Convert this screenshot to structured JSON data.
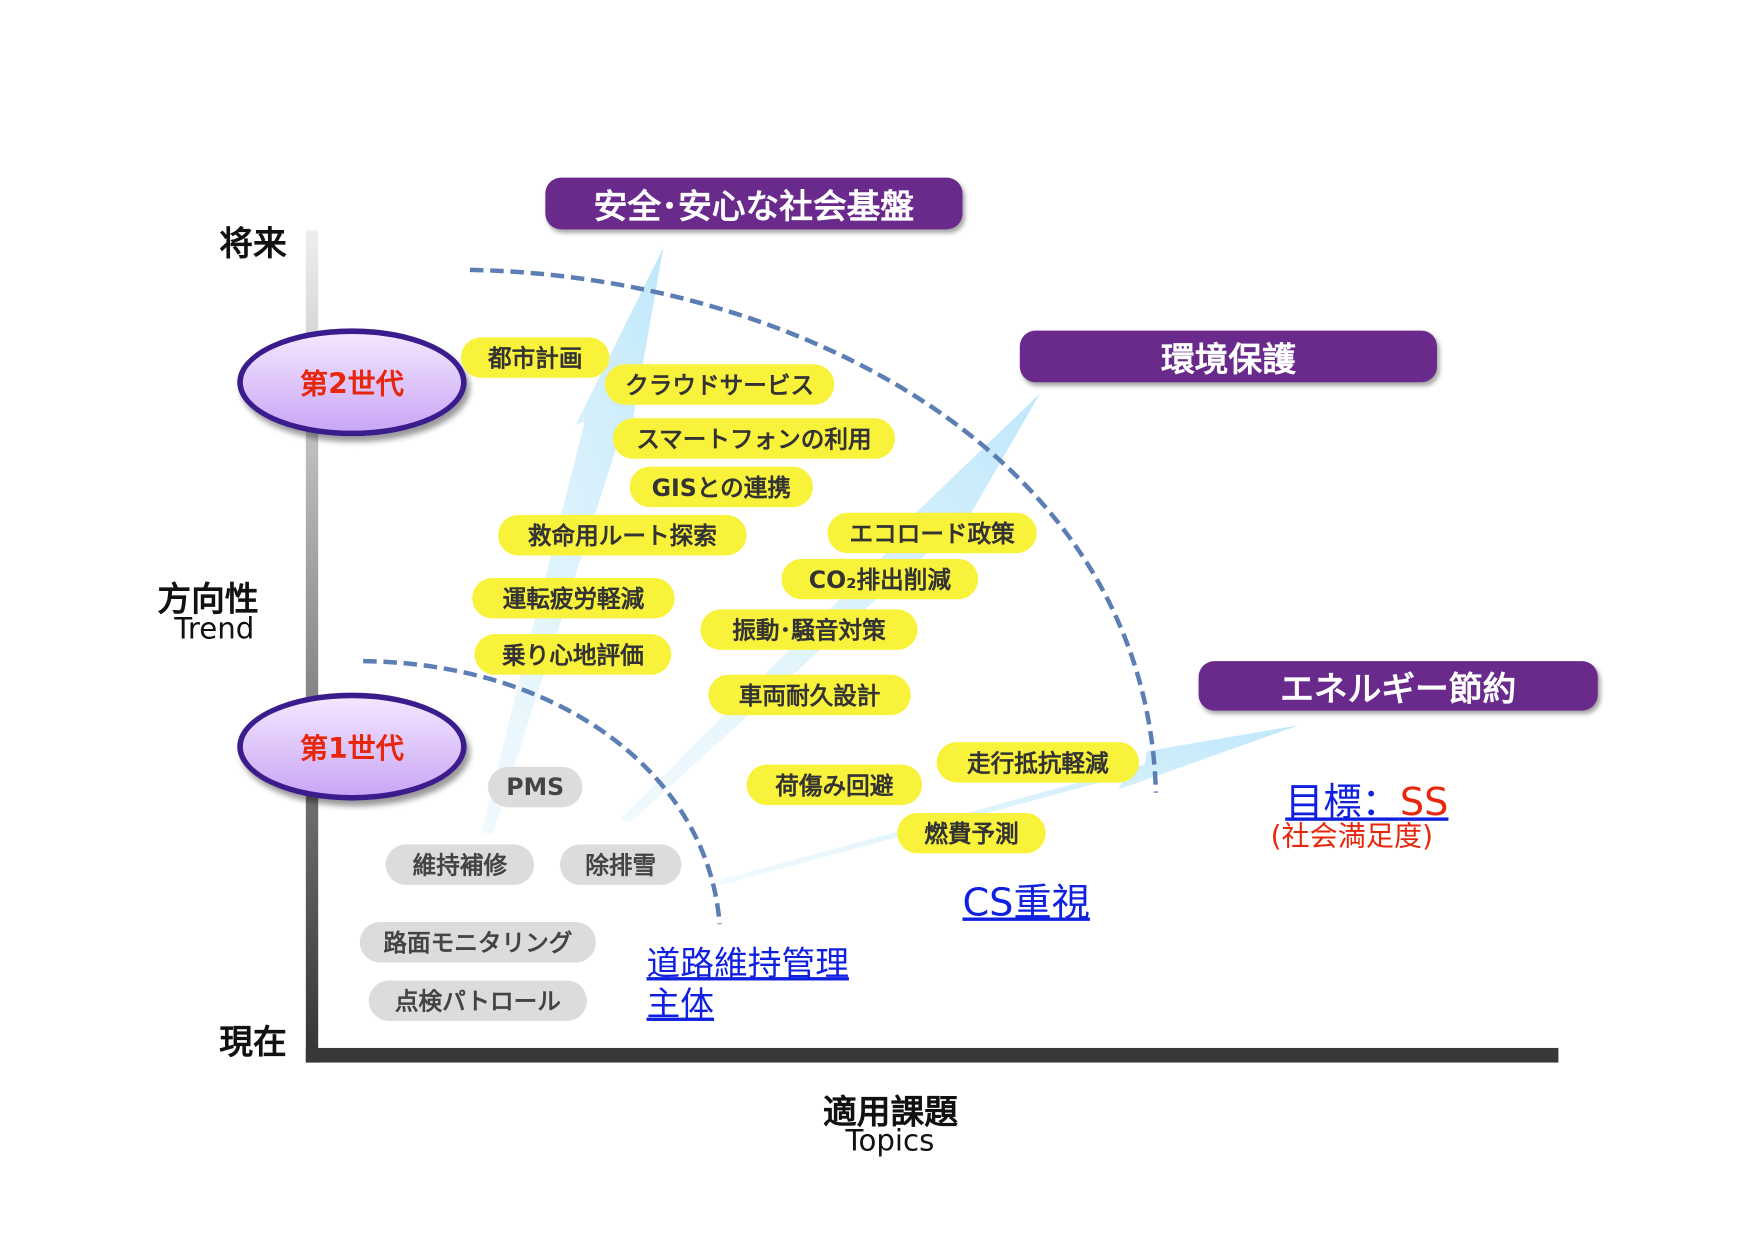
{
  "axes": {
    "top": "将来",
    "bottom": "現在",
    "y_title": "方向性",
    "y_sub": "Trend",
    "x_title": "適用課題",
    "x_sub": "Topics"
  },
  "themes": [
    "安全･安心な社会基盤",
    "環境保護",
    "エネルギー節約"
  ],
  "generations": [
    "第2世代",
    "第1世代"
  ],
  "yellow_items": [
    "都市計画",
    "クラウドサービス",
    "スマートフォンの利用",
    "GISとの連携",
    "救命用ルート探索",
    "エコロード政策",
    "CO₂排出削減",
    "運転疲労軽減",
    "振動･騒音対策",
    "乗り心地評価",
    "車両耐久設計",
    "走行抵抗軽減",
    "荷傷み回避",
    "燃費予測"
  ],
  "gray_items": [
    "PMS",
    "維持補修",
    "除排雪",
    "路面モニタリング",
    "点検パトロール"
  ],
  "labels": {
    "road": "道路維持管理",
    "road2": "主体",
    "cs": "CS重視",
    "goal": "目標：",
    "goal_ss": "SS",
    "goal_sub": "(社会満足度)"
  },
  "colors": {
    "theme": "#6a2a8c",
    "pill_yellow": "#f8f23a",
    "pill_gray": "#dcdcdc",
    "link": "#1020e0",
    "red": "#e8260c"
  }
}
